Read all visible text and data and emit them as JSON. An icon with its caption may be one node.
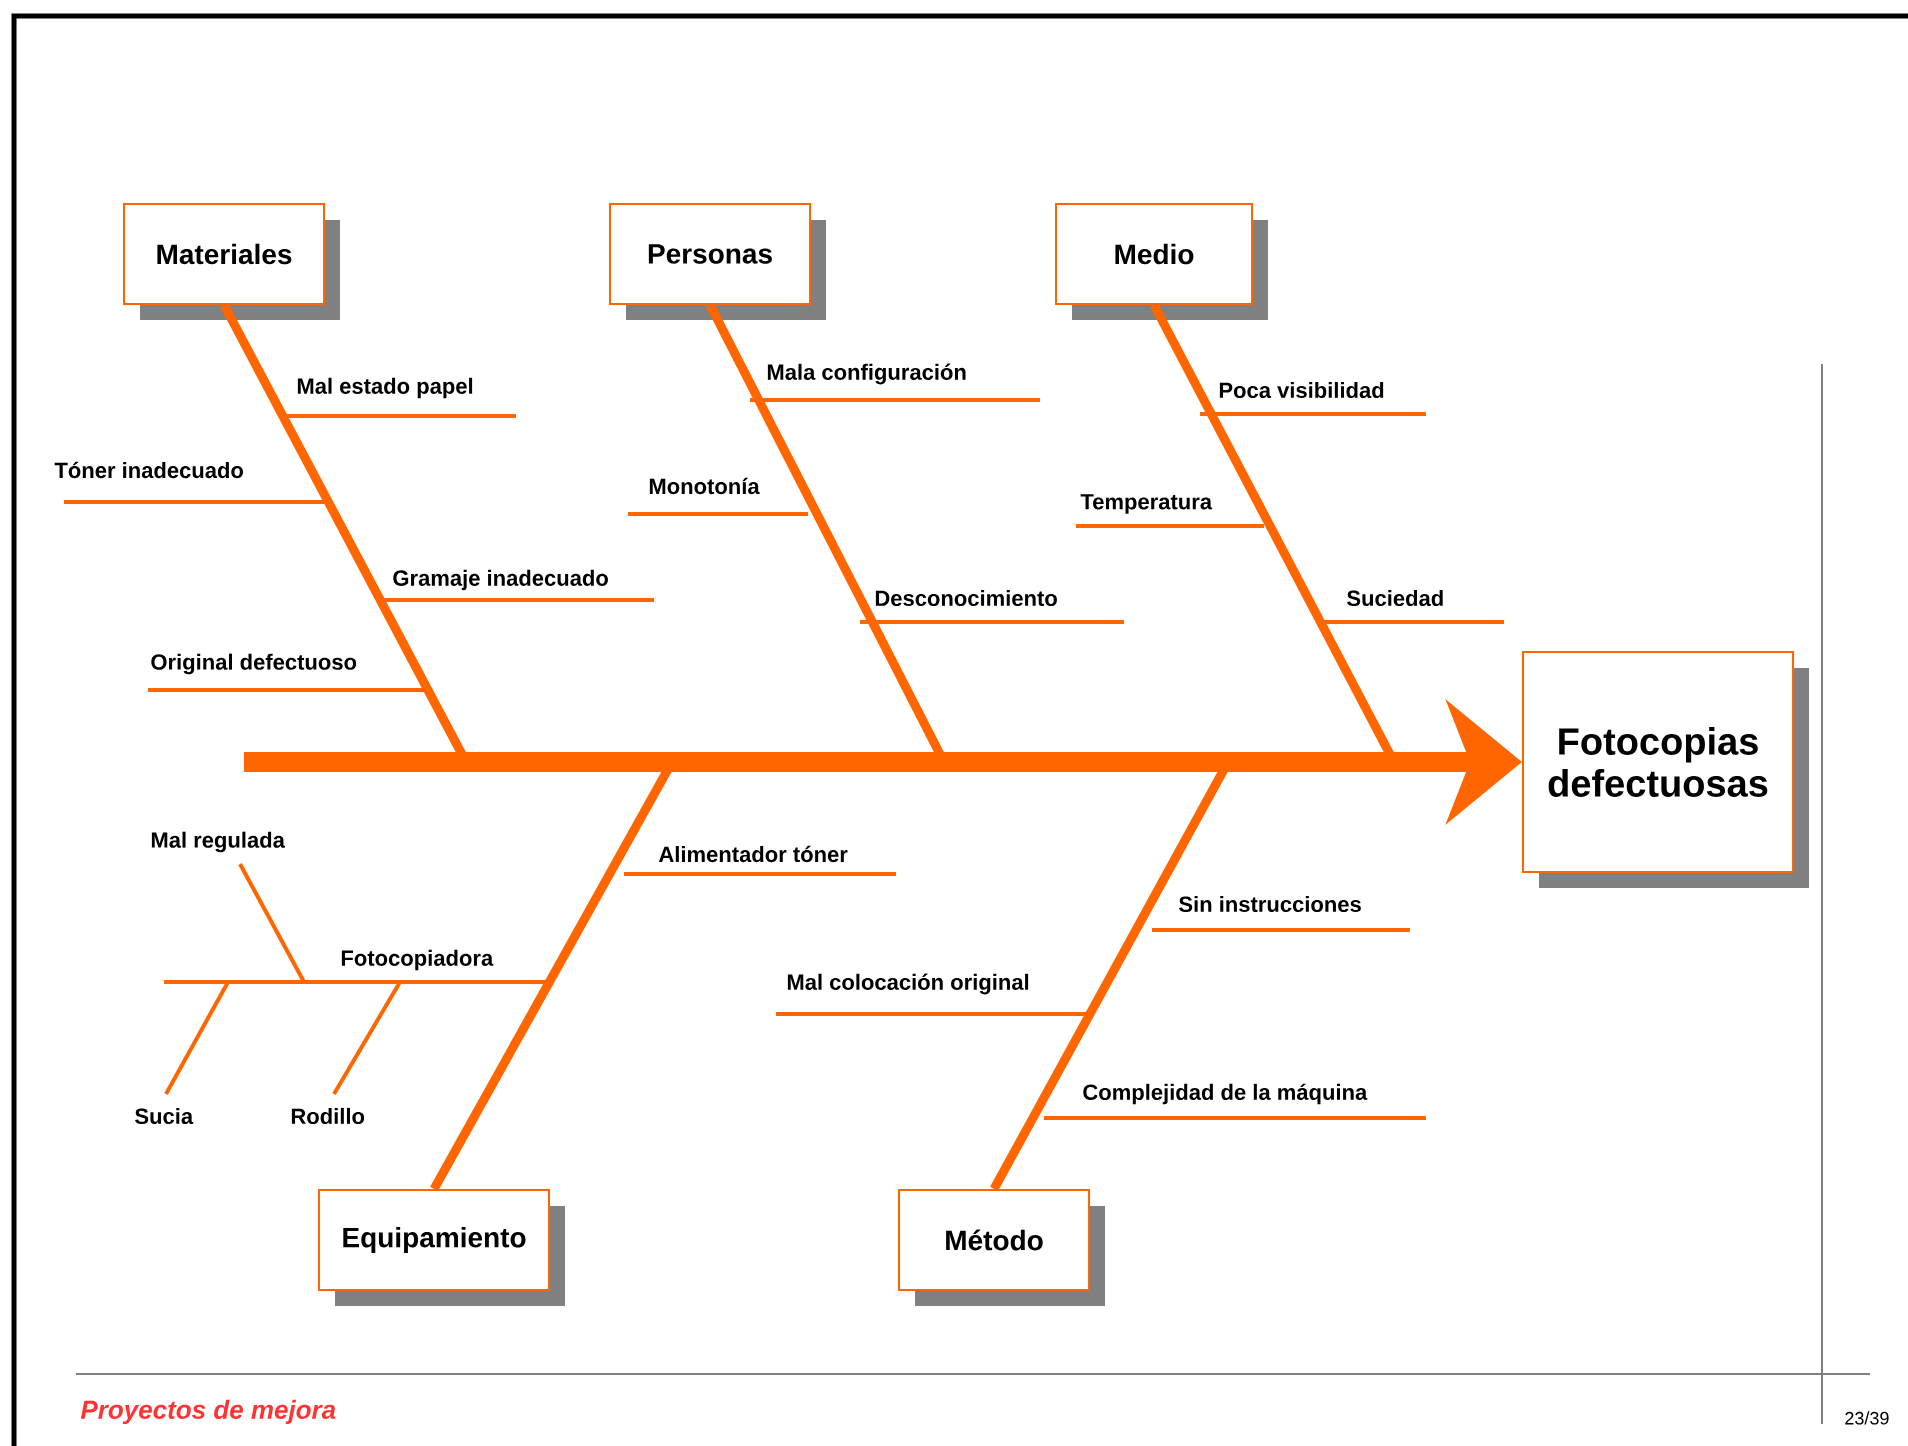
{
  "diagram": {
    "nodes": [
      {
        "text": [
          "Materiales"
        ]
      },
      {
        "text": [
          "Personas"
        ]
      },
      {
        "text": [
          "Medio"
        ]
      },
      {
        "text": [
          "Equipamiento"
        ]
      },
      {
        "text": [
          "Método"
        ]
      },
      {
        "text": [
          "Fotocopias defectuosas"
        ]
      }
    ],
    "edges": [
      {
        "from": 0,
        "to": null,
        "arrow": "none"
      },
      {
        "from": 1,
        "to": null,
        "arrow": "none"
      },
      {
        "from": 2,
        "to": null,
        "arrow": "none"
      },
      {
        "from": 3,
        "to": null,
        "arrow": "none"
      },
      {
        "from": 4,
        "to": null,
        "arrow": "none"
      },
      {
        "from": null,
        "to": 5,
        "arrow": "to",
        "style": "thick"
      }
    ],
    "labels": [
      "Mal estado papel",
      "Mala configuración",
      "Poca visibilidad",
      "Tóner inadecuado",
      "Monotonía",
      "Temperatura",
      "Gramaje inadecuado",
      "Desconocimiento",
      "Suciedad",
      "Original defectuoso",
      "Mal regulada",
      "Alimentador tóner",
      "Sin instrucciones",
      "Fotocopiadora",
      "Mal colocación original",
      "Complejidad de la máquina",
      "Sucia",
      "Rodillo",
      "Proyectos de mejora",
      "23/39"
    ]
  }
}
